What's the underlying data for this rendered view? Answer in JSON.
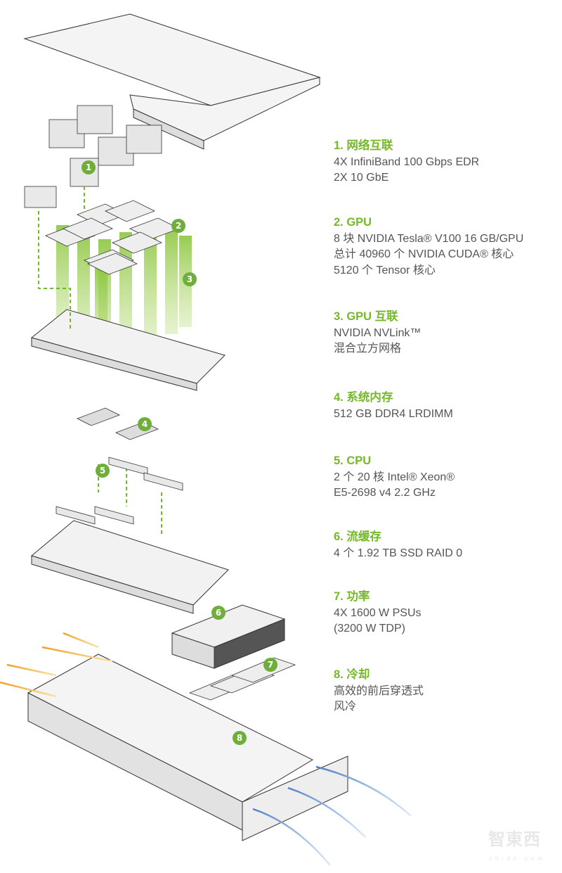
{
  "specs": [
    {
      "title": "1. 网络互联",
      "lines": [
        "4X InfiniBand 100 Gbps EDR",
        "2X 10 GbE"
      ]
    },
    {
      "title": "2. GPU",
      "lines": [
        "8 块 NVIDIA Tesla® V100 16 GB/GPU",
        "总计 40960 个 NVIDIA CUDA® 核心",
        "5120 个 Tensor 核心"
      ]
    },
    {
      "title": "3. GPU 互联",
      "lines": [
        "NVIDIA NVLink™",
        "混合立方网格"
      ]
    },
    {
      "title": "4. 系统内存",
      "lines": [
        "512 GB DDR4 LRDIMM"
      ]
    },
    {
      "title": "5. CPU",
      "lines": [
        "2 个 20 核 Intel® Xeon®",
        "E5-2698 v4 2.2 GHz"
      ]
    },
    {
      "title": "6. 流缓存",
      "lines": [
        "4 个 1.92 TB SSD RAID 0"
      ]
    },
    {
      "title": "7. 功率",
      "lines": [
        "4X 1600 W PSUs",
        "(3200 W TDP)"
      ]
    },
    {
      "title": "8. 冷却",
      "lines": [
        "高效的前后穿透式",
        "风冷"
      ]
    }
  ],
  "badges": [
    "1",
    "2",
    "3",
    "4",
    "5",
    "6",
    "7",
    "8"
  ],
  "watermark": {
    "logo": "智東西",
    "url": "zhidx.com"
  },
  "colors": {
    "accent": "#76b82a",
    "badge": "#6fae3b",
    "text": "#555555",
    "airflow_cool": "#6f93c9",
    "airflow_hot": "#f0a020"
  }
}
